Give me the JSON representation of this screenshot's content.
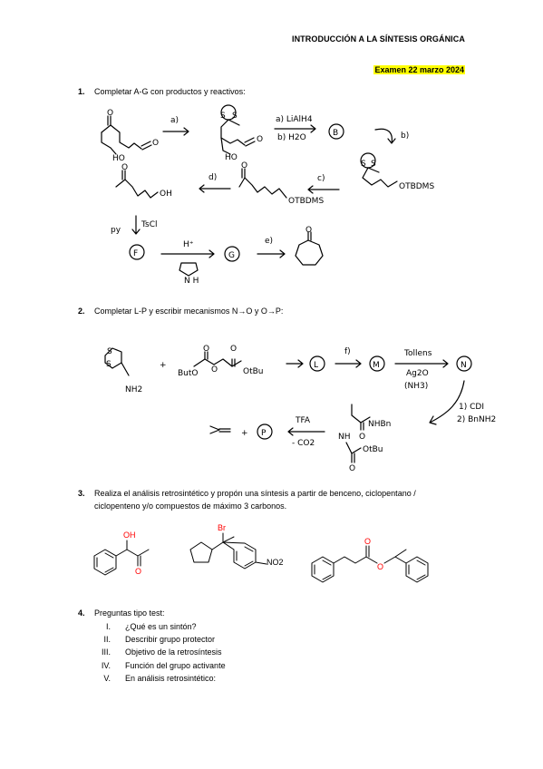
{
  "header": {
    "title": "INTRODUCCIÓN A LA SÍNTESIS ORGÁNICA",
    "exam_date": "Examen 22 marzo 2024"
  },
  "questions": [
    {
      "number": "1.",
      "text": "Completar A-G con productos y reactivos:"
    },
    {
      "number": "2.",
      "text": "Completar L-P y escribir mecanismos N→O y O→P:"
    },
    {
      "number": "3.",
      "text": "Realiza el análisis retrosintético y propón una síntesis a partir de benceno, ciclopentano /",
      "text2": "ciclopenteno y/o compuestos de máximo 3 carbonos."
    },
    {
      "number": "4.",
      "text": "Preguntas tipo test:"
    }
  ],
  "test_items": [
    {
      "roman": "I.",
      "text": "¿Qué es un sintón?"
    },
    {
      "roman": "II.",
      "text": "Describir grupo protector"
    },
    {
      "roman": "III.",
      "text": "Objetivo de la retrosíntesis"
    },
    {
      "roman": "IV.",
      "text": "Función del grupo activante"
    },
    {
      "roman": "V.",
      "text": "En análisis retrosintético:"
    }
  ],
  "scheme1": {
    "a": "a)",
    "b": "b)",
    "c": "c)",
    "d": "d)",
    "e": "e)",
    "reagent_1": "a) LiAlH4",
    "reagent_2": "b) H2O",
    "label_B": "B",
    "label_F": "F",
    "label_G": "G",
    "otbdms_1": "OTBDMS",
    "otbdms_2": "OTBDMS",
    "oh": "OH",
    "ho": "HO",
    "s": "S",
    "py": "py",
    "tscl": "TsCl",
    "hplus": "H⁺",
    "nh": "N H"
  },
  "scheme2": {
    "label_L": "L",
    "label_M": "M",
    "label_N": "N",
    "label_P": "P",
    "f": "f)",
    "tollens": "Tollens",
    "ag2o": "Ag2O",
    "nh3": "(NH3)",
    "cdi": "1) CDI",
    "bnnh2": "2) BnNH2",
    "tfa": "TFA",
    "co2": "- CO2",
    "nh2": "NH2",
    "buto": "ButO",
    "otbu": "OtBu",
    "nhbn": "NHBn",
    "nh": "NH",
    "plus": "+"
  },
  "scheme3": {
    "oh": "OH",
    "o": "O",
    "br": "Br",
    "no2": "NO2"
  },
  "colors": {
    "highlight": "#ffff00",
    "heteroatom": "#ff0000"
  }
}
